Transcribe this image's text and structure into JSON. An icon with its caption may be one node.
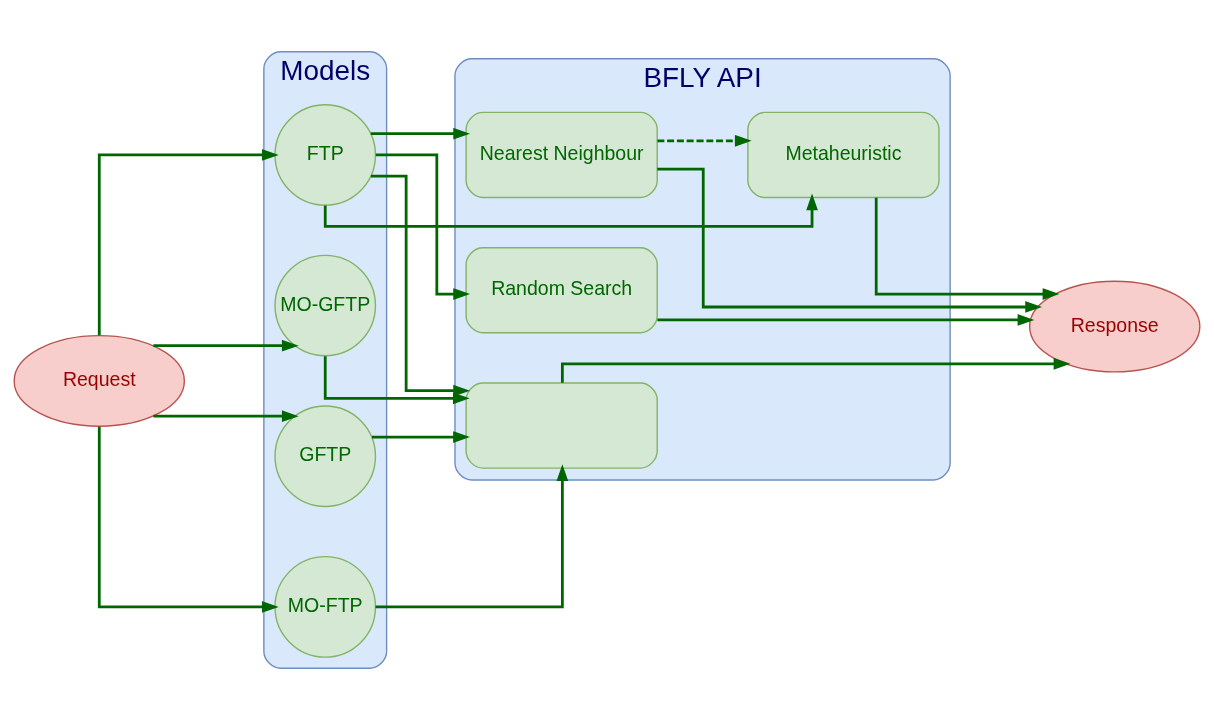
{
  "diagram": {
    "nodes": [
      {
        "text": [
          "Request"
        ]
      },
      {
        "text": [
          "Models"
        ]
      },
      {
        "text": [
          "FTP"
        ],
        "in": 1
      },
      {
        "text": [
          "GFTP"
        ],
        "in": 1
      },
      {
        "text": [
          "MO-FTP"
        ],
        "in": 1
      },
      {
        "text": [
          "MO-GFTP"
        ],
        "in": 1
      },
      {
        "text": [
          "BFLY API"
        ]
      },
      {
        "text": [
          "Random Search"
        ],
        "in": 6
      },
      {
        "text": [
          "Nearest Neighbour"
        ],
        "in": 6
      },
      {
        "text": [
          "Metaheuristic"
        ],
        "in": 6
      },
      {
        "text": [],
        "shape": "box",
        "in": 6
      },
      {
        "text": [
          "Response"
        ]
      }
    ],
    "edges": [
      {
        "from": 0,
        "to": 2,
        "arrow": "to"
      },
      {
        "from": 0,
        "to": 4,
        "arrow": "to"
      },
      {
        "from": 0,
        "to": 3,
        "arrow": "to"
      },
      {
        "from": 0,
        "to": 5,
        "arrow": "to"
      },
      {
        "from": 2,
        "to": 7,
        "arrow": "to"
      },
      {
        "from": 2,
        "to": 8,
        "arrow": "to"
      },
      {
        "from": 2,
        "to": 9,
        "arrow": "to"
      },
      {
        "from": 2,
        "to": 10,
        "arrow": "to"
      },
      {
        "from": 4,
        "to": 10,
        "arrow": "to"
      },
      {
        "from": 3,
        "to": 10,
        "arrow": "to"
      },
      {
        "from": 5,
        "to": 10,
        "arrow": "to"
      },
      {
        "from": 8,
        "to": 9,
        "arrow": "to",
        "style": "dashed"
      },
      {
        "from": 7,
        "to": 11,
        "arrow": "to"
      },
      {
        "from": 8,
        "to": 11,
        "arrow": "to"
      },
      {
        "from": 9,
        "to": 11,
        "arrow": "to"
      },
      {
        "from": 10,
        "to": 11,
        "arrow": "to"
      }
    ]
  }
}
